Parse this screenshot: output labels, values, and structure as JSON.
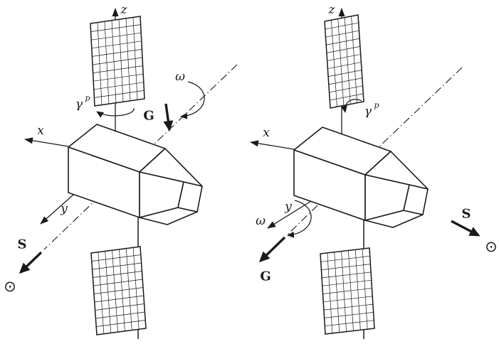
{
  "labels": {
    "axis_z": "z",
    "axis_x": "x",
    "axis_y": "y",
    "angular_velocity": "ω",
    "panel_angle": "γ",
    "panel_angle_sup": "p",
    "gravity_vector": "G",
    "sun_vector": "S"
  },
  "icons": {
    "circled_dot": "⊙"
  },
  "colors": {
    "ink": "#1a1a1a",
    "background": "#ffffff"
  }
}
